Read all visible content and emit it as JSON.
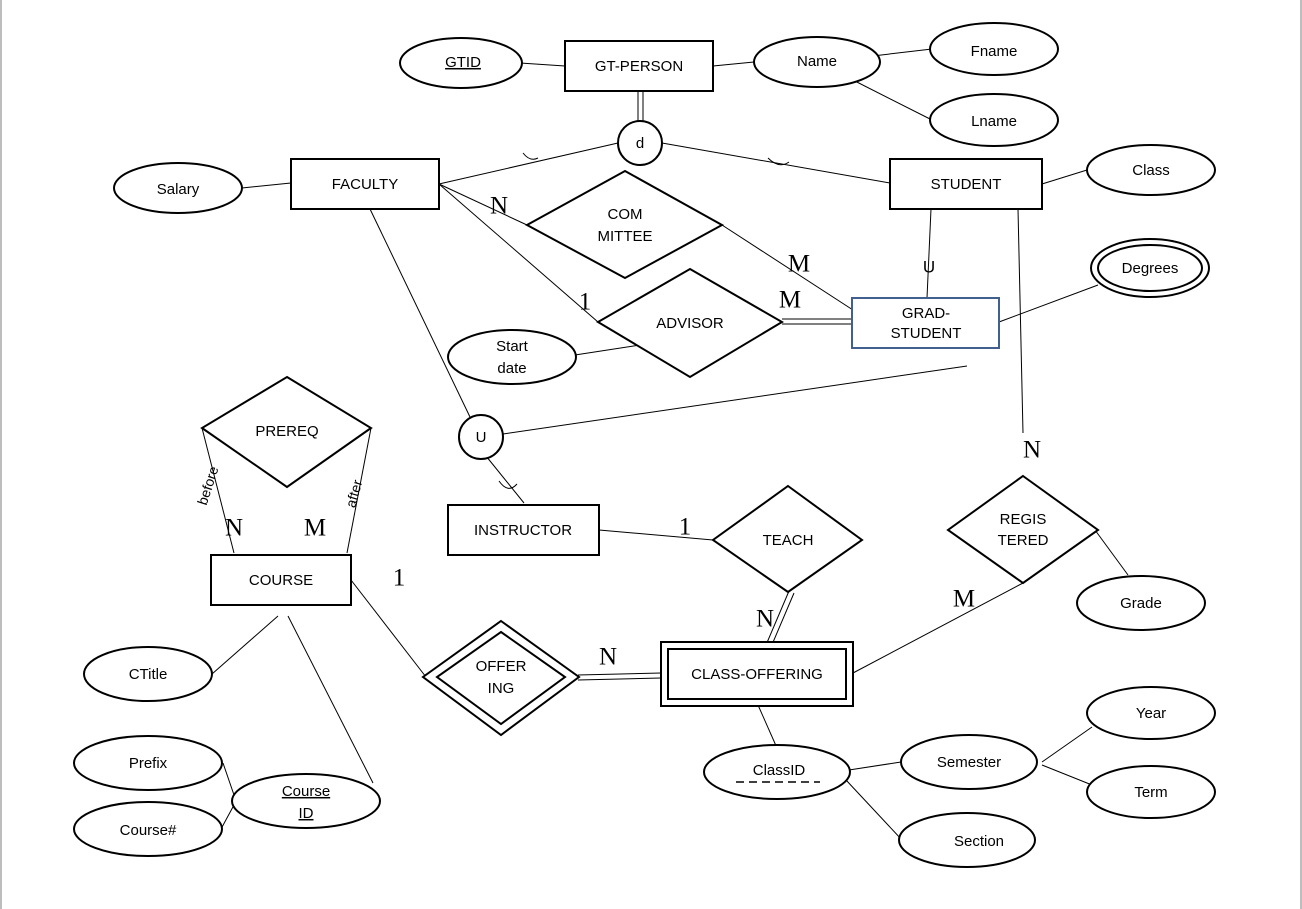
{
  "entities": {
    "gt_person": "GT-PERSON",
    "faculty": "FACULTY",
    "student": "STUDENT",
    "grad_student_line1": "GRAD-",
    "grad_student_line2": "STUDENT",
    "instructor": "INSTRUCTOR",
    "course": "COURSE",
    "class_offering": "CLASS-OFFERING"
  },
  "relationships": {
    "committee_line1": "COM",
    "committee_line2": "MITTEE",
    "advisor": "ADVISOR",
    "prereq": "PREREQ",
    "teach": "TEACH",
    "registered_line1": "REGIS",
    "registered_line2": "TERED",
    "offering_line1": "OFFER",
    "offering_line2": "ING"
  },
  "attributes": {
    "gtid": "GTID",
    "name": "Name",
    "fname": "Fname",
    "lname": "Lname",
    "salary": "Salary",
    "class": "Class",
    "degrees": "Degrees",
    "start_date_line1": "Start",
    "start_date_line2": "date",
    "grade": "Grade",
    "ctitle": "CTitle",
    "prefix": "Prefix",
    "course_num": "Course#",
    "course_id_line1": "Course",
    "course_id_line2": "ID",
    "classid": "ClassID",
    "semester": "Semester",
    "section": "Section",
    "year": "Year",
    "term": "Term"
  },
  "specialization": {
    "disjoint": "d",
    "union": "U",
    "subset": "U"
  },
  "cardinalities": {
    "faculty_committee": "N",
    "committee_grad": "M",
    "faculty_advisor": "1",
    "advisor_grad": "M",
    "prereq_before": "N",
    "prereq_after": "M",
    "instructor_teach": "1",
    "teach_offering": "N",
    "student_registered": "N",
    "registered_offering": "M",
    "course_offering": "1",
    "offering_class": "N"
  },
  "roles": {
    "before": "before",
    "after": "after"
  },
  "colors": {
    "grad_student_border": "#41608f"
  }
}
